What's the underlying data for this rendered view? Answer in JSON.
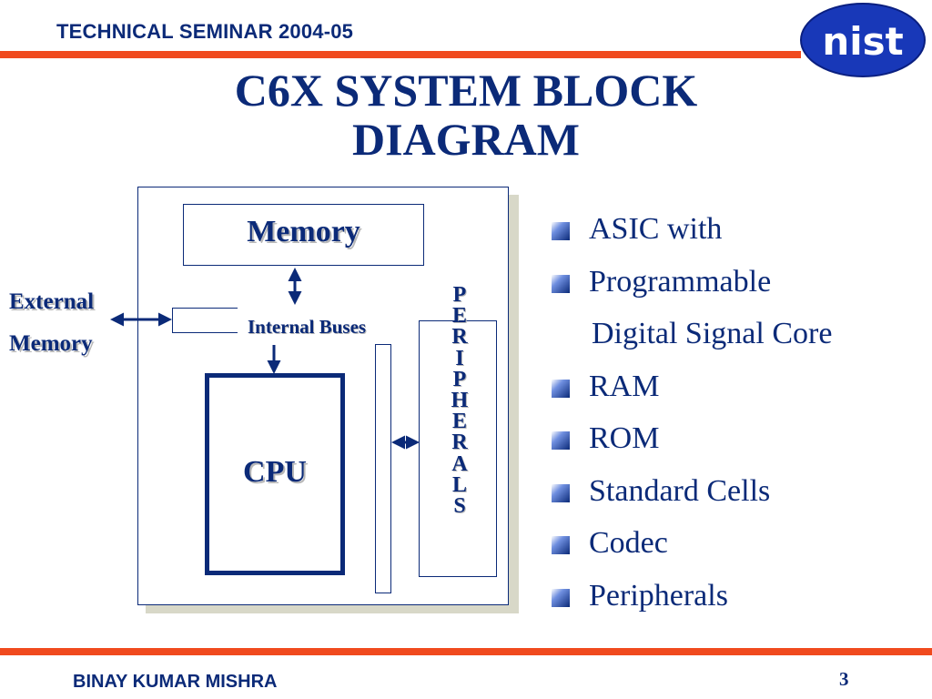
{
  "header": {
    "title": "TECHNICAL SEMINAR 2004-05",
    "logo_text": "nist"
  },
  "slide": {
    "title_line1": "C6X SYSTEM BLOCK",
    "title_line2": "DIAGRAM"
  },
  "diagram": {
    "memory_label": "Memory",
    "external_line1": "External",
    "external_line2": "Memory",
    "internal_buses_label": "Internal Buses",
    "cpu_label": "CPU",
    "peripherals_letters": [
      "P",
      "E",
      "R",
      "I",
      "P",
      "H",
      "E",
      "R",
      "A",
      "L",
      "S"
    ]
  },
  "bullets": [
    {
      "text": "ASIC with",
      "bullet": true
    },
    {
      "text": "Programmable",
      "bullet": true
    },
    {
      "text": "Digital Signal Core",
      "bullet": false
    },
    {
      "text": "RAM",
      "bullet": true
    },
    {
      "text": "ROM",
      "bullet": true
    },
    {
      "text": "Standard Cells",
      "bullet": true
    },
    {
      "text": "Codec",
      "bullet": true
    },
    {
      "text": "Peripherals",
      "bullet": true
    }
  ],
  "footer": {
    "author": "BINAY KUMAR MISHRA",
    "page_number": "3"
  },
  "colors": {
    "navy": "#0b2a78",
    "orange_bar": "#f04a1e",
    "logo_blue": "#1838b8",
    "shadow": "#d8d8c8"
  }
}
